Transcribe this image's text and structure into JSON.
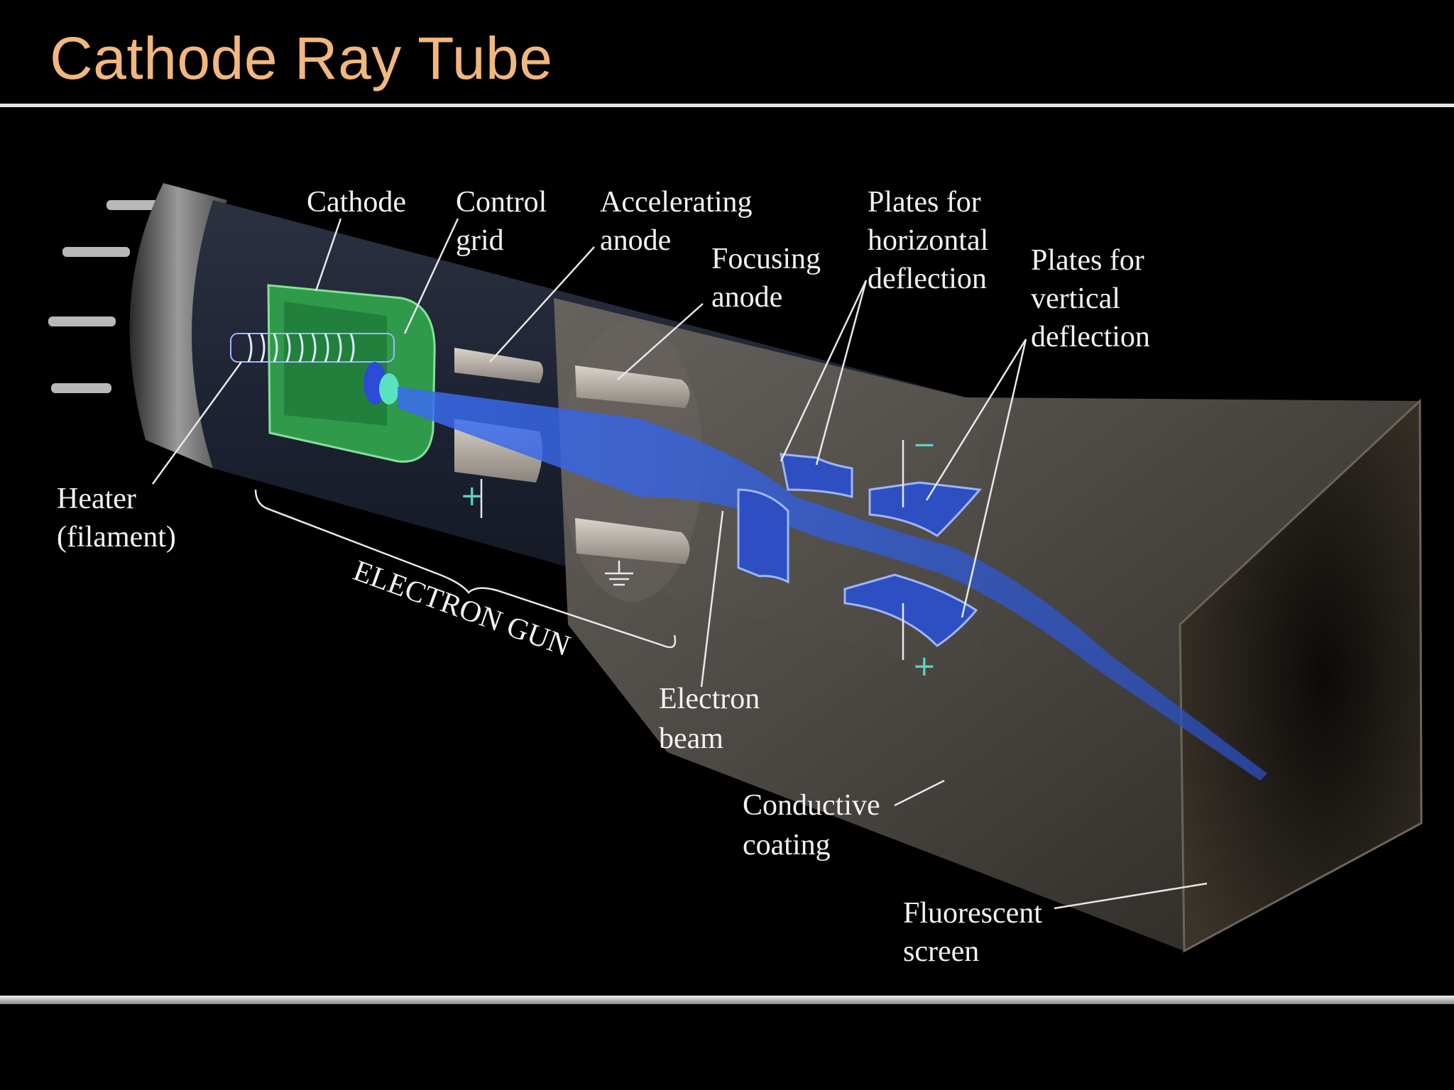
{
  "title": "Cathode Ray Tube",
  "labels": {
    "cathode": "Cathode",
    "control_grid": [
      "Control",
      "grid"
    ],
    "accelerating_anode": [
      "Accelerating",
      "anode"
    ],
    "focusing_anode": [
      "Focusing",
      "anode"
    ],
    "horizontal_plates": [
      "Plates for",
      "horizontal",
      "deflection"
    ],
    "vertical_plates": [
      "Plates for",
      "vertical",
      "deflection"
    ],
    "heater": [
      "Heater",
      "(filament)"
    ],
    "electron_gun": "ELECTRON GUN",
    "electron_beam": [
      "Electron",
      "beam"
    ],
    "conductive_coating": [
      "Conductive",
      "coating"
    ],
    "fluorescent_screen": [
      "Fluorescent",
      "screen"
    ]
  },
  "signs": {
    "accelerating_plus": "+",
    "vertical_minus": "−",
    "vertical_plus": "+"
  },
  "colors": {
    "title": "#f1b77e",
    "beam": "#2f5fd8",
    "cathode_cup": "#2f9a4a",
    "sign": "#5fd0c4"
  }
}
